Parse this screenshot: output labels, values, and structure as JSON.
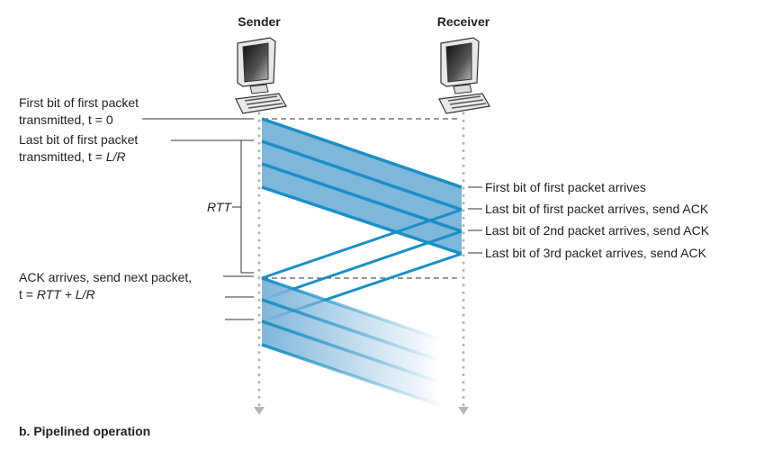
{
  "sender_label": "Sender",
  "receiver_label": "Receiver",
  "left_labels": {
    "first_bit_1": "First bit of first packet",
    "first_bit_2": "transmitted, t = 0",
    "last_bit_1": "Last bit of first packet",
    "last_bit_2_prefix": "transmitted, t = ",
    "last_bit_2_italic": "L/R",
    "rtt": "RTT",
    "ack_1": "ACK arrives, send next packet,",
    "ack_2_prefix": "t = ",
    "ack_2_italic": "RTT + L/R"
  },
  "right_labels": [
    "First bit of first packet arrives",
    "Last bit of first packet arrives, send ACK",
    "Last bit of 2nd packet arrives, send ACK",
    "Last bit of 3rd packet arrives, send ACK"
  ],
  "caption": "b. Pipelined operation",
  "colors": {
    "packet_line": "#1a8fc4",
    "band": "#7fb6db",
    "timeline_dots": "#b5b5b8",
    "text": "#231f20"
  }
}
